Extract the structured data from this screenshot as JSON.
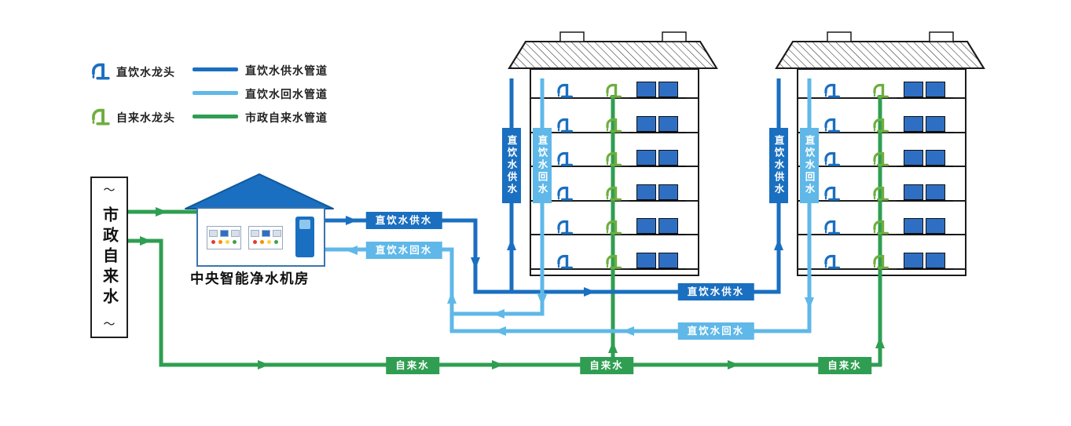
{
  "legend": {
    "faucets": [
      {
        "label": "直饮水龙头",
        "color": "#1a6fc0"
      },
      {
        "label": "自来水龙头",
        "color": "#6fae3e"
      }
    ],
    "pipes": [
      {
        "label": "直饮水供水管道",
        "color": "#1a6fc0"
      },
      {
        "label": "直饮水回水管道",
        "color": "#5fb8e8"
      },
      {
        "label": "市政自来水管道",
        "color": "#2f9e52"
      }
    ]
  },
  "source": {
    "label": "市政自来水",
    "wave": "〜"
  },
  "plant": {
    "label": "中央智能净水机房"
  },
  "badges": {
    "supply": "直饮水供水",
    "return": "直饮水回水",
    "tap": "自来水"
  },
  "buildings": {
    "count": 2,
    "floors": 6
  },
  "colors": {
    "supply_pipe": "#1a6fc0",
    "return_pipe": "#5fb8e8",
    "municipal_pipe": "#2f9e52",
    "tap_faucet": "#6fae3e",
    "window_pane": "#2e6fc4",
    "plant_roof": "#1a6fc0"
  }
}
